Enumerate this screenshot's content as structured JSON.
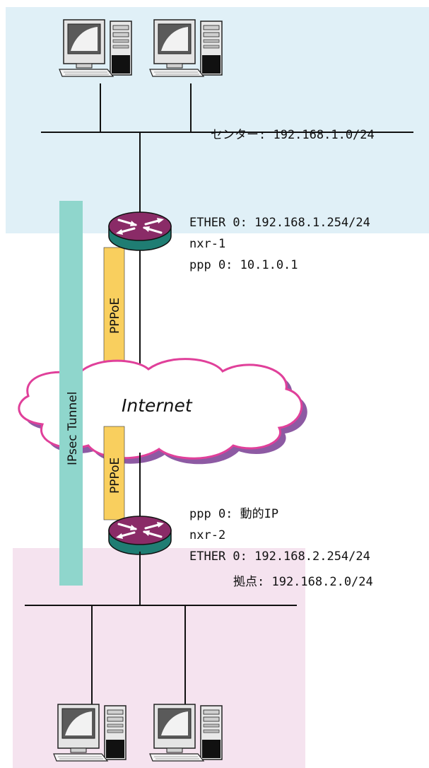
{
  "center_zone": {
    "network_label": "センター: 192.168.1.0/24",
    "fill": "#e0f0f7"
  },
  "branch_zone": {
    "network_label": "拠点: 192.168.2.0/24",
    "fill": "#f5e3ef"
  },
  "router_1": {
    "ether_label": "ETHER 0: 192.168.1.254/24",
    "name_label": "nxr-1",
    "ppp_label": "ppp 0: 10.1.0.1"
  },
  "router_2": {
    "ppp_label": "ppp 0: 動的IP",
    "name_label": "nxr-2",
    "ether_label": "ETHER 0: 192.168.2.254/24"
  },
  "internet": {
    "label": "Internet"
  },
  "pppoe_top": {
    "label": "PPPoE",
    "color": "#f9cf5e"
  },
  "pppoe_bottom": {
    "label": "PPPoE",
    "color": "#f9cf5e"
  },
  "ipsec": {
    "label": "IPsec Tunnel",
    "color": "#8fd6cc"
  },
  "colors": {
    "router_top": "#8a2b67",
    "router_side": "#1f7d73",
    "cloud_fill": "#ffffff",
    "cloud_edge_pink": "#e0409a",
    "cloud_edge_purple": "#8d5aa3"
  },
  "icons": [
    "pc-icon",
    "router-icon",
    "cloud-icon"
  ]
}
